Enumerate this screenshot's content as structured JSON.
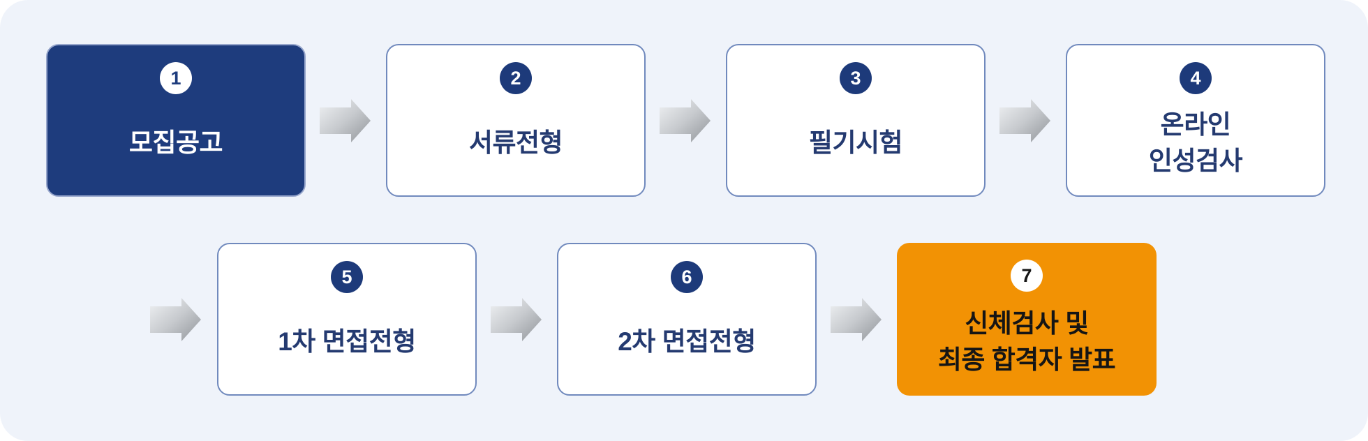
{
  "diagram": {
    "type": "process-flow",
    "steps": [
      {
        "number": "1",
        "label": "모집공고",
        "variant": "navy"
      },
      {
        "number": "2",
        "label": "서류전형",
        "variant": "outline"
      },
      {
        "number": "3",
        "label": "필기시험",
        "variant": "outline"
      },
      {
        "number": "4",
        "label": "온라인\n인성검사",
        "variant": "outline"
      },
      {
        "number": "5",
        "label": "1차 면접전형",
        "variant": "outline"
      },
      {
        "number": "6",
        "label": "2차 면접전형",
        "variant": "outline"
      },
      {
        "number": "7",
        "label": "신체검사 및\n최종 합격자 발표",
        "variant": "orange"
      }
    ],
    "connector_icon": "arrow-right"
  },
  "colors": {
    "panel_bg": "#EFF3FA",
    "page_bg": "#FFFFFF",
    "navy_fill": "#1E3C7D",
    "badge_navy": "#1D3A7A",
    "label_navy": "#243A70",
    "box_border": "#7089BD",
    "orange_fill": "#F29204",
    "dark_text": "#151515",
    "white": "#FFFFFF",
    "arrow_gradient_light": "#F0F2F4",
    "arrow_gradient_dark": "#909499"
  }
}
